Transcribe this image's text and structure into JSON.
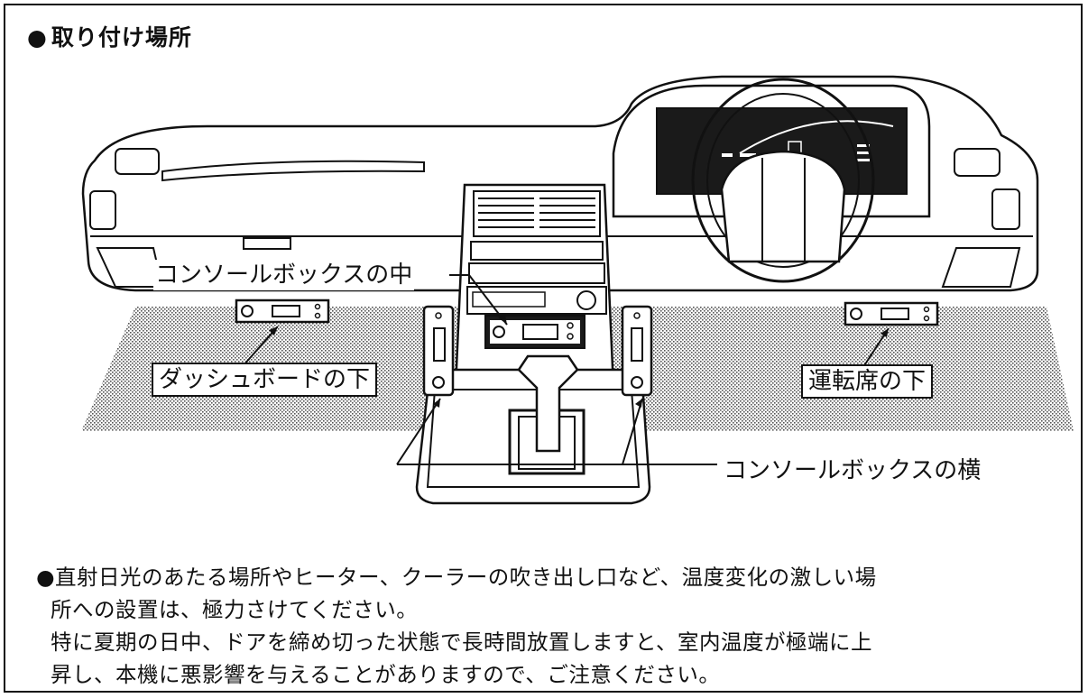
{
  "heading": {
    "bullet": "●",
    "title": "取り付け場所"
  },
  "labels": {
    "console_inside": "コンソールボックスの中",
    "under_dashboard": "ダッシュボードの下",
    "under_driver_seat": "運転席の下",
    "console_side": "コンソールボックスの横"
  },
  "notes": {
    "bullet": "●",
    "line1": "直射日光のあたる場所やヒーター、クーラーの吹き出し口など、温度変化の激しい場",
    "line2": "所への設置は、極力さけてください。",
    "line3": "特に夏期の日中、ドアを締め切った状態で長時間放置しますと、室内温度が極端に上",
    "line4": "昇し、本機に悪影響を与えることがありますので、ご注意ください。"
  }
}
